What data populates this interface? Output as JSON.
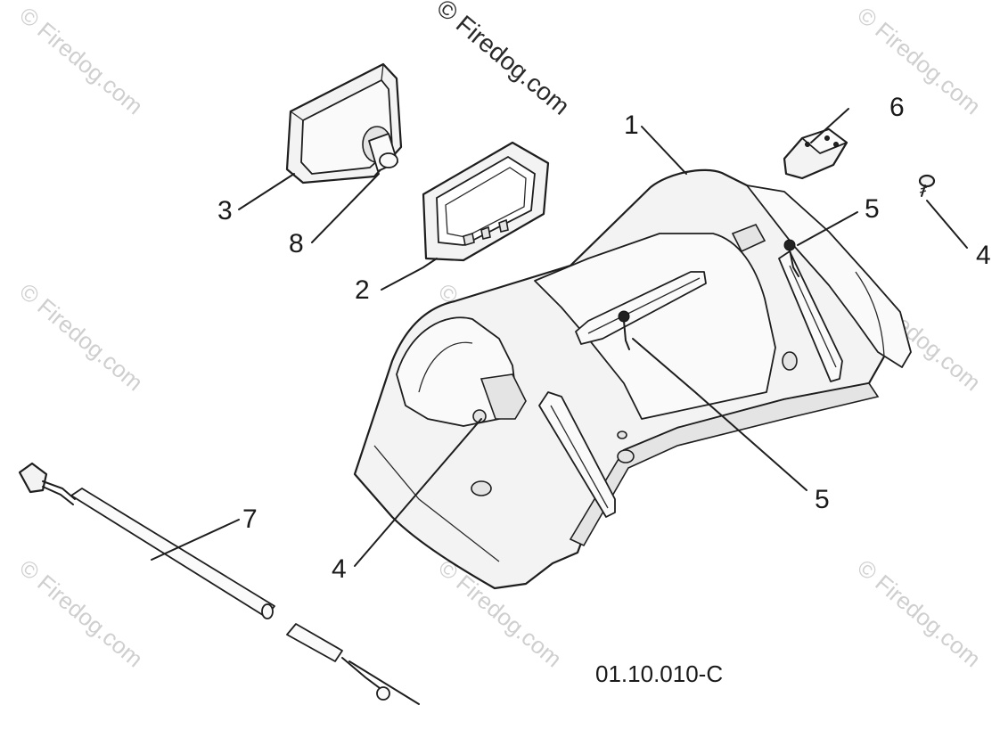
{
  "watermarks": {
    "top_text": "© Firedog.com",
    "faded_text": "© Firedog.com"
  },
  "callouts": {
    "c1": "1",
    "c2": "2",
    "c3": "3",
    "c4a": "4",
    "c4b": "4",
    "c5a": "5",
    "c5b": "5",
    "c6": "6",
    "c7": "7",
    "c8": "8"
  },
  "drawing_code": "01.10.010-C",
  "parts": [
    "hood-housing",
    "lamp-bezel",
    "headlamp",
    "screw",
    "fastener-clip",
    "switch",
    "wiring-harness",
    "bulb-socket"
  ],
  "colors": {
    "line": "#1e1e1e",
    "fill": "#f3f3f3",
    "watermark": "#cfcfcf"
  }
}
